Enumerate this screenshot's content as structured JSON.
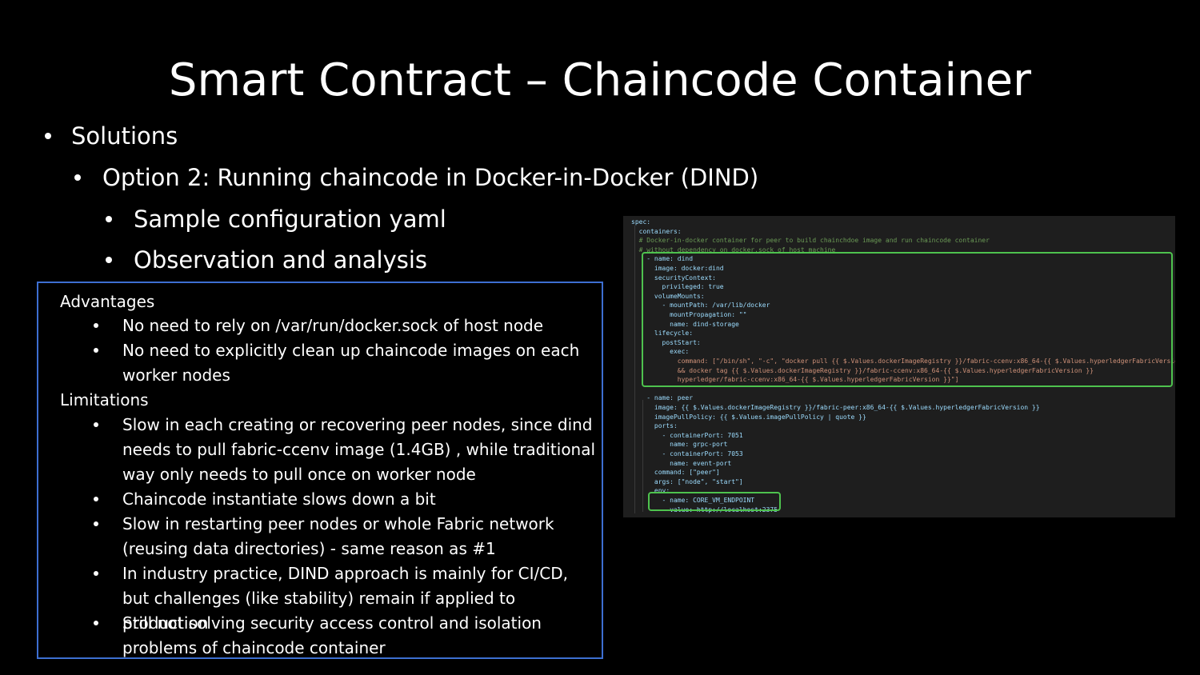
{
  "slide": {
    "title": "Smart Contract – Chaincode Container",
    "bullets": [
      "Solutions",
      "Option 2: Running chaincode in Docker-in-Docker (DIND)",
      "Sample configuration yaml",
      "Observation and analysis"
    ]
  },
  "box": {
    "advantages_heading": "Advantages",
    "advantages": [
      "No need to rely on /var/run/docker.sock of host node",
      "No need to explicitly clean up chaincode images on each worker nodes"
    ],
    "limitations_heading": "Limitations",
    "limitations": [
      "Slow in each creating or recovering peer nodes, since dind needs to pull fabric-ccenv image (1.4GB) , while traditional way only needs to pull once on worker node",
      "Chaincode instantiate slows down a bit",
      "Slow in restarting peer nodes or whole Fabric network (reusing data directories)  - same reason as #1",
      "In industry practice, DIND approach is mainly for CI/CD, but challenges (like stability) remain if applied to production",
      "Still not solving security access control and isolation problems of chaincode container"
    ]
  },
  "code": {
    "lines": [
      "spec:",
      "  containers:",
      "  # Docker-in-docker container for peer to build chainchdoe image and run chaincode container",
      "  # without dependency on docker.sock of host machine",
      "    - name: dind",
      "      image: docker:dind",
      "      securityContext:",
      "        privileged: true",
      "      volumeMounts:",
      "        - mountPath: /var/lib/docker",
      "          mountPropagation: \"\"",
      "          name: dind-storage",
      "      lifecycle:",
      "        postStart:",
      "          exec:",
      "            command: [\"/bin/sh\", \"-c\", \"docker pull {{ $.Values.dockerImageRegistry }}/fabric-ccenv:x86_64-{{ $.Values.hyperledgerFabricVersion }}",
      "            && docker tag {{ $.Values.dockerImageRegistry }}/fabric-ccenv:x86_64-{{ $.Values.hyperledgerFabricVersion }}",
      "            hyperledger/fabric-ccenv:x86_64-{{ $.Values.hyperledgerFabricVersion }}\"]",
      "",
      "    - name: peer",
      "      image: {{ $.Values.dockerImageRegistry }}/fabric-peer:x86_64-{{ $.Values.hyperledgerFabricVersion }}",
      "      imagePullPolicy: {{ $.Values.imagePullPolicy | quote }}",
      "      ports:",
      "        - containerPort: 7051",
      "          name: grpc-port",
      "        - containerPort: 7053",
      "          name: event-port",
      "      command: [\"peer\"]",
      "      args: [\"node\", \"start\"]",
      "      env:",
      "        - name: CORE_VM_ENDPOINT",
      "          value: http://localhost:2375"
    ]
  }
}
